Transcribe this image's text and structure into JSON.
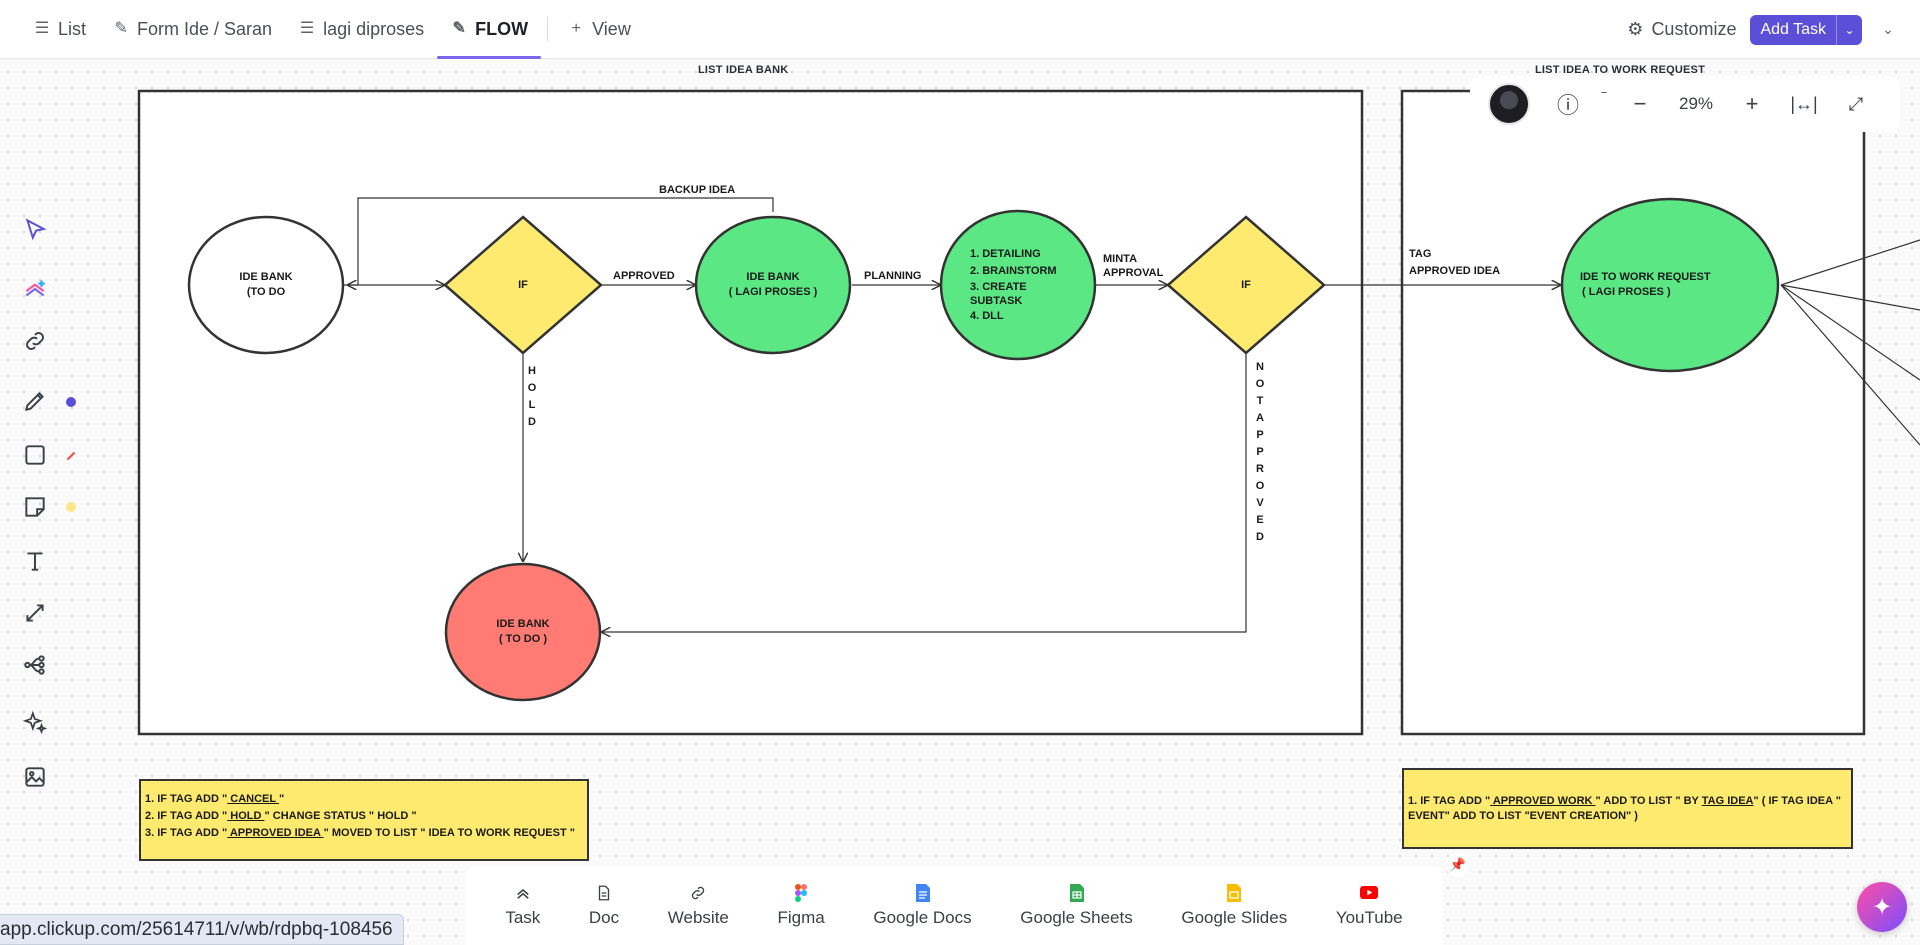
{
  "tabs": [
    {
      "label": "List",
      "icon": "list-icon"
    },
    {
      "label": "Form Ide / Saran",
      "icon": "form-icon"
    },
    {
      "label": "lagi diproses",
      "icon": "list-icon"
    },
    {
      "label": "FLOW",
      "icon": "whiteboard-icon",
      "active": true
    }
  ],
  "view_label": "View",
  "customize_label": "Customize",
  "add_task_label": "Add Task",
  "accent_color": "#7b68ee",
  "zoom": {
    "percent": "29%"
  },
  "frames": {
    "left_title": "LIST IDEA BANK",
    "right_title": "LIST IDEA TO WORK REQUEST"
  },
  "nodes": {
    "ide_bank_todo": [
      "IDE BANK",
      "(TO DO"
    ],
    "if1": "IF",
    "ide_bank_lagi": [
      "IDE BANK",
      "( LAGI PROSES )"
    ],
    "detailing": [
      "1. DETAILING",
      "2. BRAINSTORM",
      "3. CREATE",
      "SUBTASK",
      "4. DLL"
    ],
    "if2": "IF",
    "ide_bank_red": [
      "IDE BANK",
      "( TO DO )"
    ],
    "work_request": [
      "IDE TO WORK REQUEST",
      "( LAGI PROSES )"
    ]
  },
  "edges": {
    "backup": "BACKUP IDEA",
    "approved": "APPROVED",
    "planning": "PLANNING",
    "minta": "MINTA",
    "approval": "APPROVAL",
    "tag": "TAG",
    "approved_idea": "APPROVED IDEA",
    "hold": "HOLD",
    "not_approved": "NOT APPROVED"
  },
  "notes": {
    "left": {
      "l1_pre": "1. IF TAG ADD \"",
      "l1_u": " CANCEL ",
      "l1_post": "\"",
      "l2_pre": "2. IF TAG ADD \"",
      "l2_u": " HOLD ",
      "l2_post": "\" CHANGE STATUS \" HOLD \"",
      "l3_pre": "3. IF TAG ADD \"",
      "l3_u": " APPROVED IDEA ",
      "l3_post": "\" MOVED TO LIST  \" IDEA TO WORK REQUEST \""
    },
    "right": {
      "pre": "1. IF TAG ADD \"",
      "u1": " APPROVED WORK  ",
      "mid": "\" ADD TO LIST  \" BY ",
      "u2": "TAG IDEA",
      "post": "\" ( IF TAG IDEA \" EVENT\" ADD TO LIST \"EVENT CREATION\" )"
    }
  },
  "dock": [
    {
      "label": "Task",
      "icon": "task-icon"
    },
    {
      "label": "Doc",
      "icon": "doc-icon"
    },
    {
      "label": "Website",
      "icon": "link-icon"
    },
    {
      "label": "Figma",
      "icon": "figma-icon"
    },
    {
      "label": "Google Docs",
      "icon": "google-docs-icon"
    },
    {
      "label": "Google Sheets",
      "icon": "google-sheets-icon"
    },
    {
      "label": "Google Slides",
      "icon": "google-slides-icon"
    },
    {
      "label": "YouTube",
      "icon": "youtube-icon"
    }
  ],
  "url": "app.clickup.com/25614711/v/wb/rdpbq-108456",
  "tool_colors": {
    "pen": "#5b4fd8",
    "shape": "#e74c3c",
    "sticky": "#fde68a"
  }
}
